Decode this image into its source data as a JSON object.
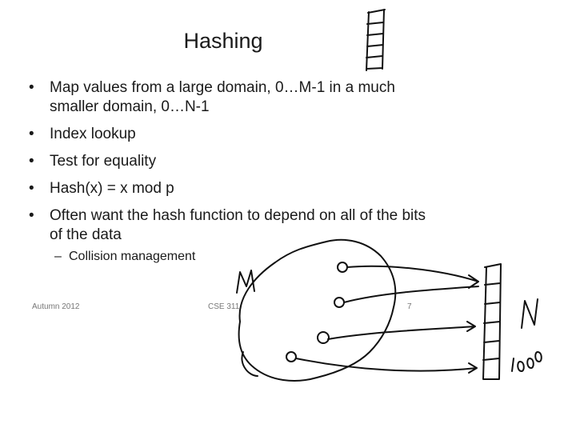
{
  "slide": {
    "title": "Hashing",
    "bullets": [
      "Map values from a large domain, 0…M-1 in a much smaller domain, 0…N-1",
      "Index lookup",
      "Test for equality",
      "Hash(x) = x mod p",
      "Often want the hash function to depend on all of the bits of the data"
    ],
    "sub_bullets": [
      "Collision management"
    ]
  },
  "footer": {
    "left": "Autumn 2012",
    "center": "CSE 311",
    "page_number": "7"
  },
  "annotations": {
    "domain_label": "M",
    "range_label": "N",
    "range_size": "1000"
  }
}
